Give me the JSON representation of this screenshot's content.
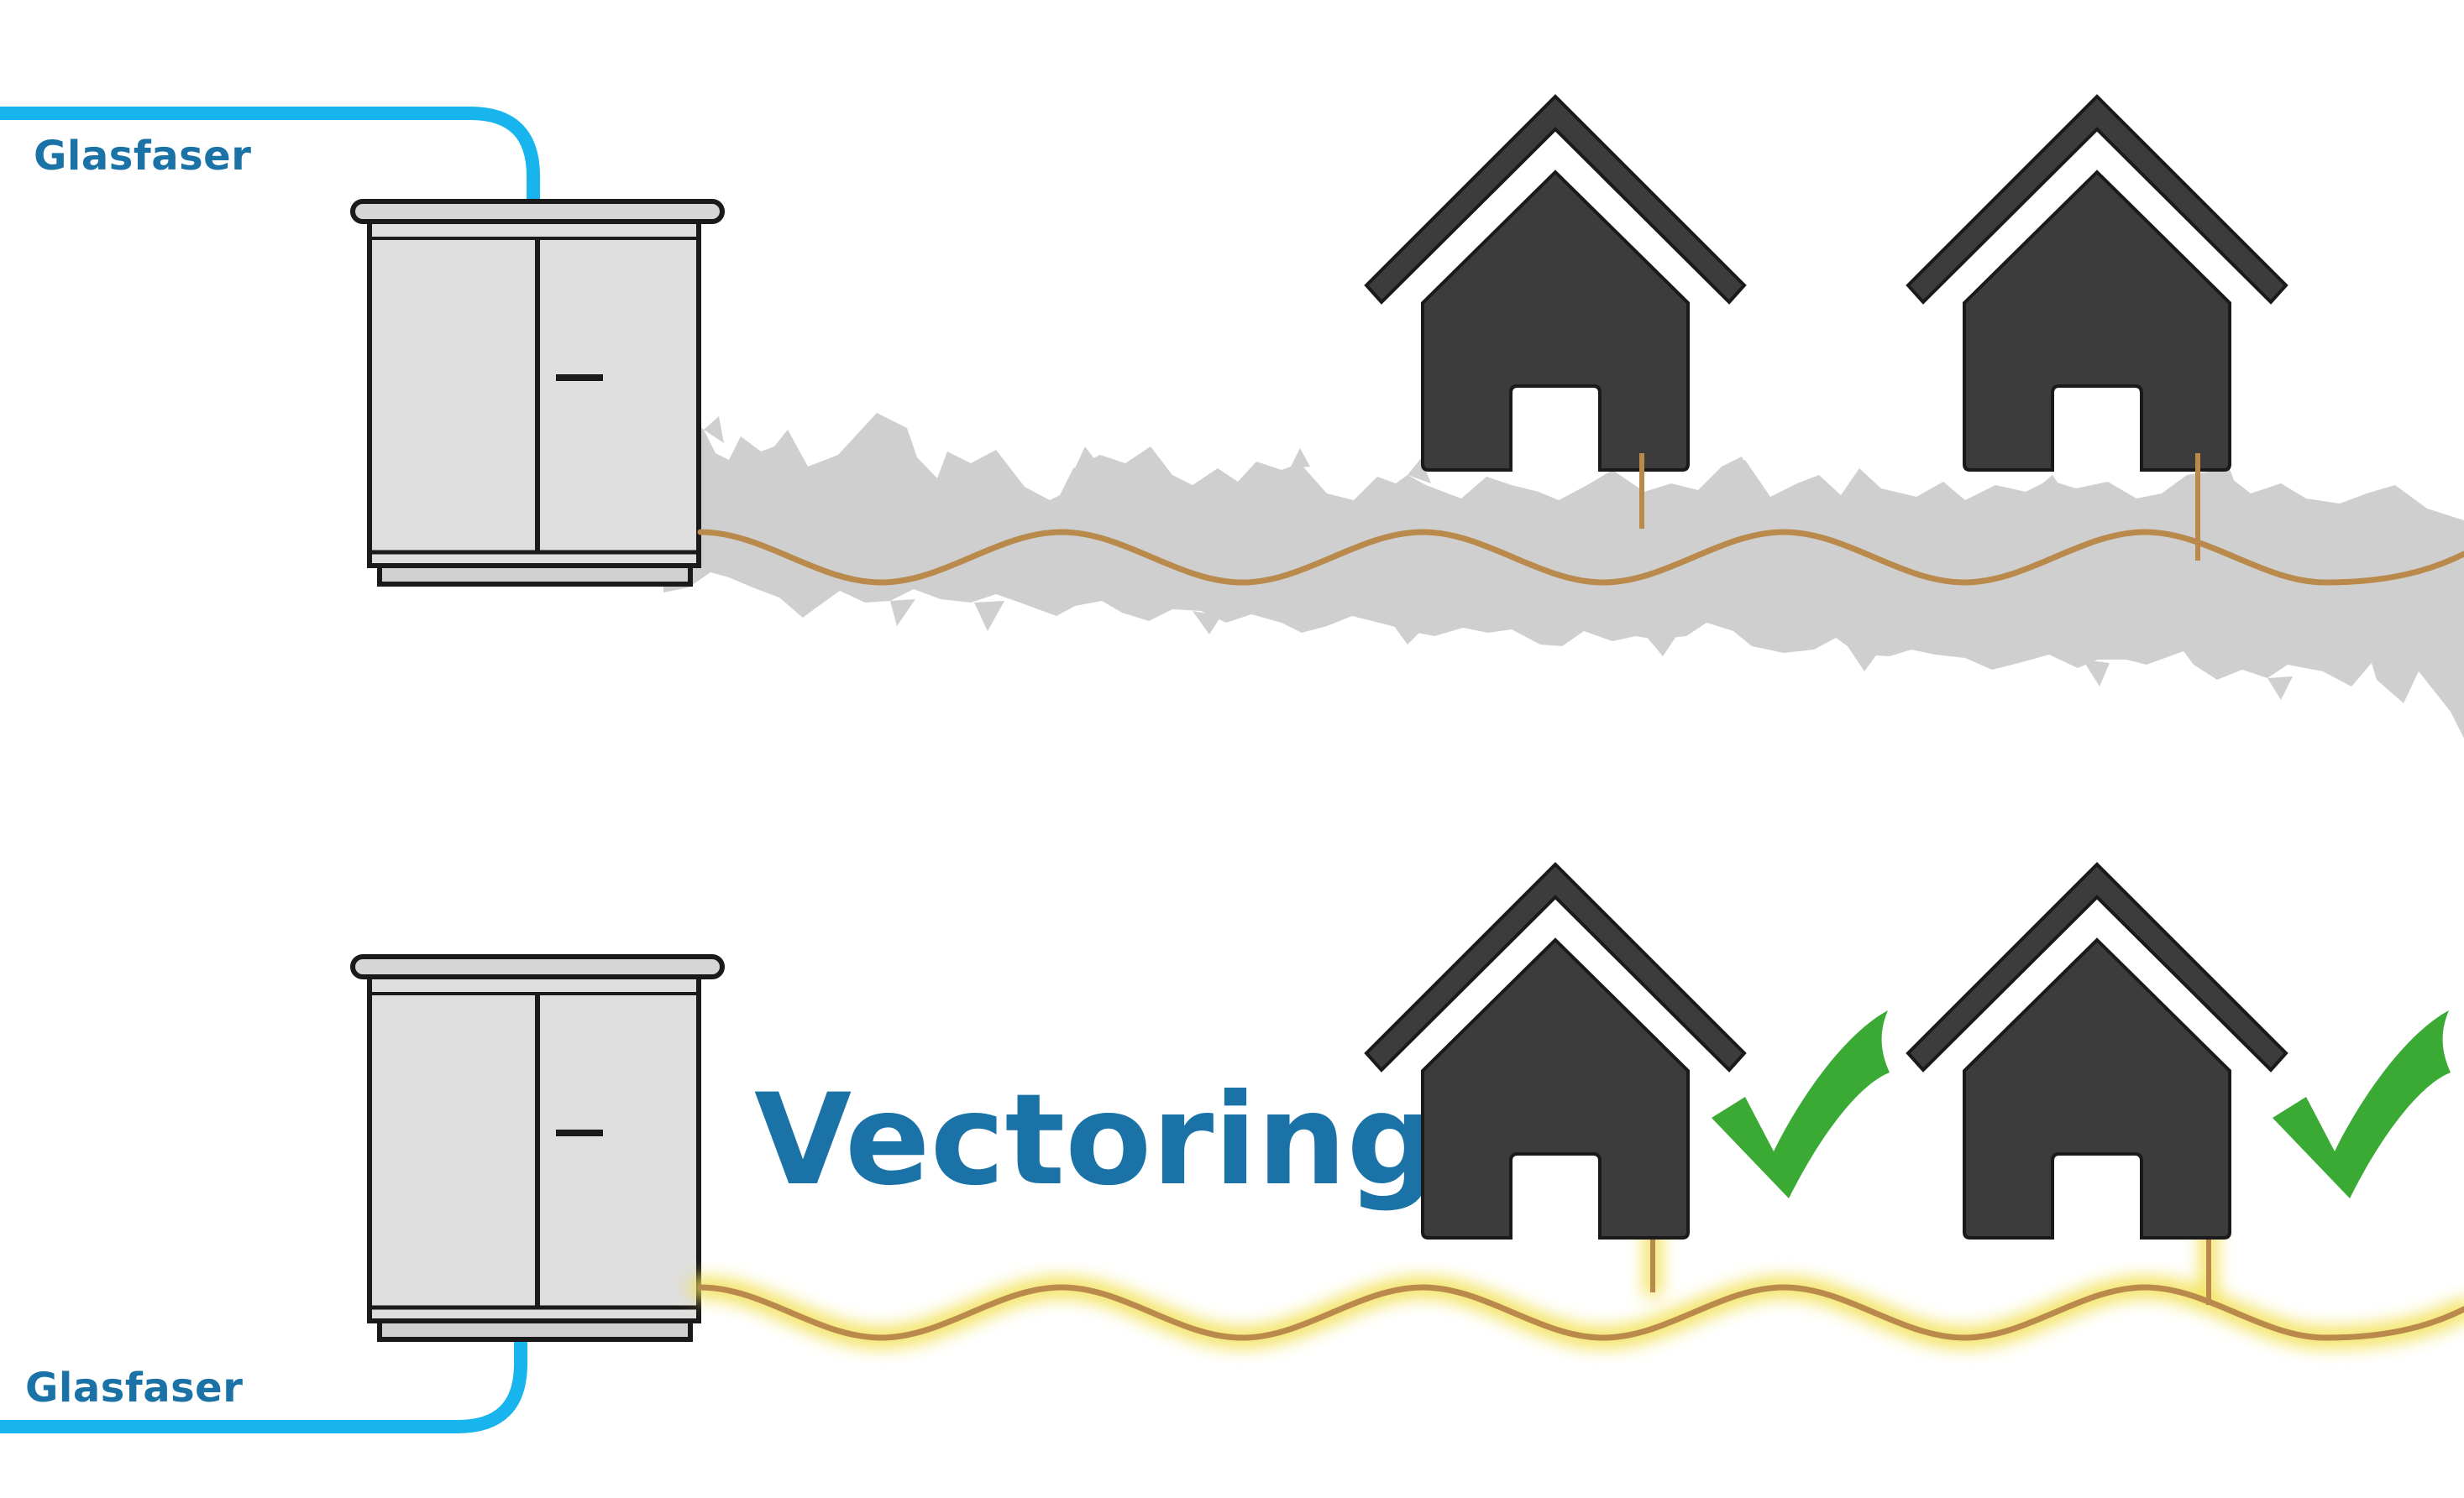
{
  "colors": {
    "fiber": "#18b4ee",
    "fiber_label": "#1a72a6",
    "copper": "#b98a4b",
    "noise": "#cfcfcf",
    "house": "#3c3c3c",
    "cabinet_fill": "#dedede",
    "cabinet_stroke": "#1a1a1a",
    "glow": "#f3e25a",
    "check": "#3aaa35"
  },
  "top_scene": {
    "fiber_label": "Glasfaser",
    "cabinet_icon": "street-cabinet-icon",
    "house_icons": [
      "house-icon",
      "house-icon"
    ],
    "interference": true
  },
  "bottom_scene": {
    "fiber_label": "Glasfaser",
    "technology_label": "Vectoring",
    "cabinet_icon": "street-cabinet-icon",
    "house_icons": [
      "house-icon",
      "house-icon"
    ],
    "status_icons": [
      "checkmark-icon",
      "checkmark-icon"
    ],
    "interference": false
  }
}
